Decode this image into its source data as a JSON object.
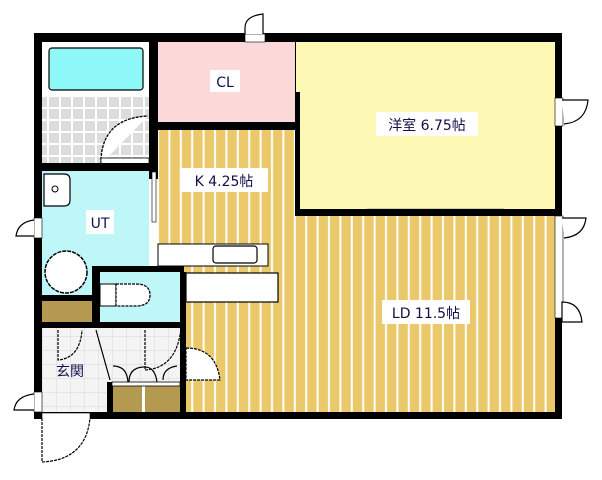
{
  "floor_plan": {
    "rooms": [
      {
        "id": "cl",
        "label": "CL",
        "color": "#fcd8d8"
      },
      {
        "id": "western",
        "label": "洋室 6.75帖",
        "color": "#fdf9b4"
      },
      {
        "id": "kitchen",
        "label": "K 4.25帖",
        "color": "#ebc96a"
      },
      {
        "id": "ut",
        "label": "UT",
        "color": "#bff7f9"
      },
      {
        "id": "ld",
        "label": "LD 11.5帖",
        "color": "#ebc96a"
      },
      {
        "id": "entrance",
        "label": "玄関",
        "color": "#ffffff"
      },
      {
        "id": "bath",
        "label": "",
        "color": "#8ef7f7"
      },
      {
        "id": "toilet",
        "label": "",
        "color": "#bff7f9"
      }
    ],
    "colors": {
      "wall": "#000000",
      "floor_stripe": "#ffffff",
      "storage": "#b39a50",
      "tile": "#d8d8d8"
    }
  }
}
